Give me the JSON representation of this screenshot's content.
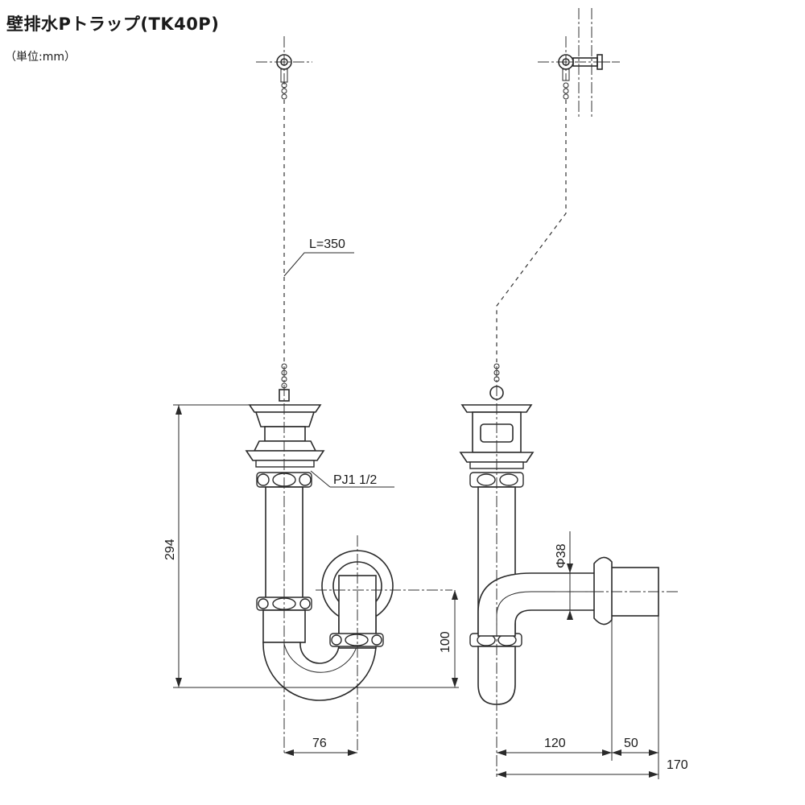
{
  "title": "壁排水Pトラップ(TK40P)",
  "unit_note": "（単位:mm）",
  "labels": {
    "chain_length": "L=350",
    "thread": "PJ1 1/2",
    "pipe_diameter": "Φ38"
  },
  "dimensions": {
    "total_height": "294",
    "trap_height": "100",
    "trap_offset": "76",
    "wall_to_center": "120",
    "wall_flange": "50",
    "total_depth": "170"
  }
}
